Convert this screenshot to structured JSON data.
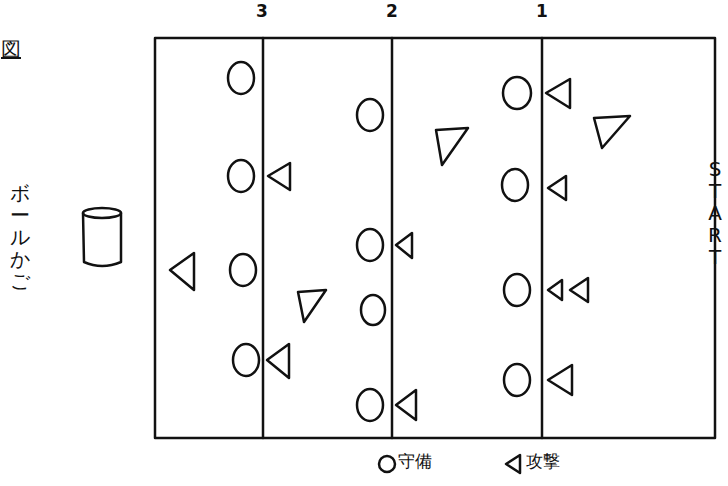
{
  "diagram": {
    "labels": [
      "図",
      "3",
      "2",
      "1",
      "START",
      "ボールかご"
    ],
    "legend": [
      {
        "text": "守備"
      },
      {
        "text": "攻撃"
      }
    ]
  }
}
